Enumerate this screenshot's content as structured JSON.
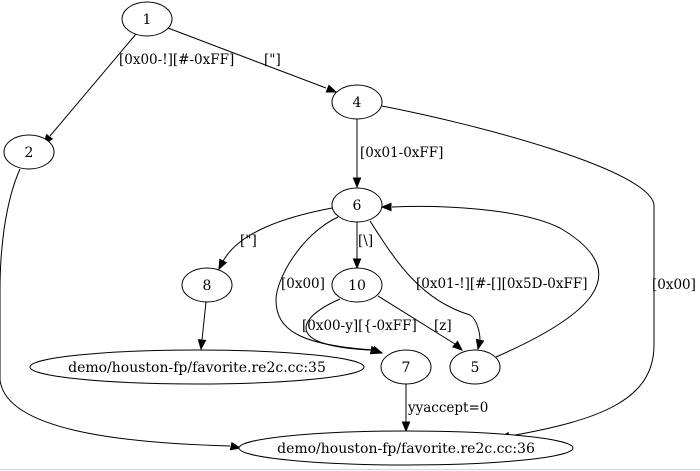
{
  "graph": {
    "nodes": [
      {
        "id": "1",
        "label": "1"
      },
      {
        "id": "2",
        "label": "2"
      },
      {
        "id": "4",
        "label": "4"
      },
      {
        "id": "6",
        "label": "6"
      },
      {
        "id": "8",
        "label": "8"
      },
      {
        "id": "10",
        "label": "10"
      },
      {
        "id": "7",
        "label": "7"
      },
      {
        "id": "5",
        "label": "5"
      },
      {
        "id": "f35",
        "label": "demo/houston-fp/favorite.re2c.cc:35"
      },
      {
        "id": "f36",
        "label": "demo/houston-fp/favorite.re2c.cc:36"
      }
    ],
    "edges": [
      {
        "id": "e1-2",
        "from": "1",
        "to": "2",
        "label": "[0x00-!][#-0xFF]"
      },
      {
        "id": "e1-4",
        "from": "1",
        "to": "4",
        "label": "[\"]"
      },
      {
        "id": "e4-6",
        "from": "4",
        "to": "6",
        "label": "[0x01-0xFF]"
      },
      {
        "id": "e4-f36",
        "from": "4",
        "to": "f36",
        "label": "[0x00]"
      },
      {
        "id": "e2-f36",
        "from": "2",
        "to": "f36",
        "label": ""
      },
      {
        "id": "e6-8",
        "from": "6",
        "to": "8",
        "label": "[\"]"
      },
      {
        "id": "e6-10",
        "from": "6",
        "to": "10",
        "label": "[\\]"
      },
      {
        "id": "e6-7",
        "from": "6",
        "to": "7",
        "label": "[0x00]"
      },
      {
        "id": "e6-5",
        "from": "6",
        "to": "5",
        "label": "[0x01-!][#-[][0x5D-0xFF]"
      },
      {
        "id": "e5-6",
        "from": "5",
        "to": "6",
        "label": ""
      },
      {
        "id": "e8-f35",
        "from": "8",
        "to": "f35",
        "label": ""
      },
      {
        "id": "e10-7",
        "from": "10",
        "to": "7",
        "label": "[0x00-y][{-0xFF]"
      },
      {
        "id": "e10-5",
        "from": "10",
        "to": "5",
        "label": "[z]"
      },
      {
        "id": "e7-f36",
        "from": "7",
        "to": "f36",
        "label": "yyaccept=0"
      }
    ]
  }
}
